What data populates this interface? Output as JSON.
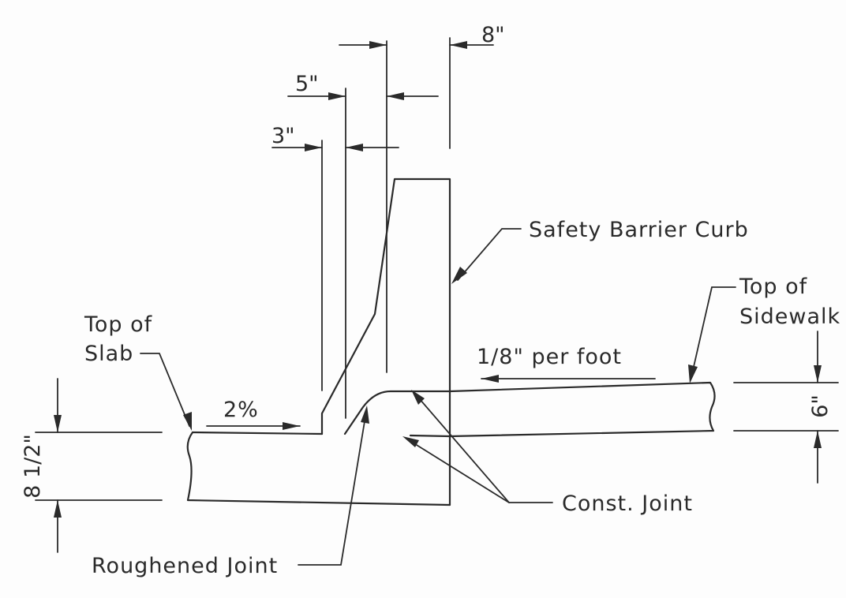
{
  "labels": {
    "safety_barrier_curb": "Safety Barrier Curb",
    "top_of_sidewalk_1": "Top of",
    "top_of_sidewalk_2": "Sidewalk",
    "top_of_slab_1": "Top of",
    "top_of_slab_2": "Slab",
    "slope_sidewalk": "1/8\" per foot",
    "slope_slab": "2%",
    "const_joint": "Const. Joint",
    "roughened_joint": "Roughened Joint"
  },
  "dimensions": {
    "top_width": "8\"",
    "batter_upper": "5\"",
    "batter_lower": "3\"",
    "sidewalk_depth": "6\"",
    "slab_depth": "8 1/2\""
  }
}
